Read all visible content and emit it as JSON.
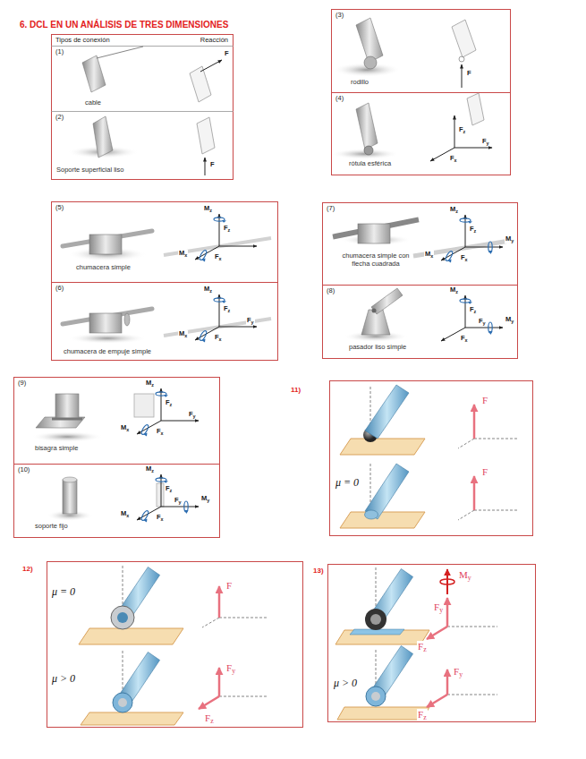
{
  "diagram": {
    "title": "6. DCL EN UN ANÁLISIS DE TRES DIMENSIONES",
    "nodes": [
      {
        "text": [
          "Tipos de conexión",
          "Reacción"
        ]
      },
      {
        "text": [
          "(1)",
          "cable"
        ],
        "in": 0
      },
      {
        "text": [
          "(2)",
          "Soporte superficial liso"
        ],
        "in": 0
      },
      {
        "text": [
          "(3)",
          "rodillo"
        ]
      },
      {
        "text": [
          "(4)",
          "rótula esférica"
        ]
      },
      {
        "text": [
          "(5)",
          "chumacera simple"
        ]
      },
      {
        "text": [
          "(6)",
          "chumacera de empuje simple"
        ]
      },
      {
        "text": [
          "(7)",
          "chumacera simple con flecha cuadrada"
        ]
      },
      {
        "text": [
          "(8)",
          "pasador liso simple"
        ]
      },
      {
        "text": [
          "(9)",
          "bisagra simple"
        ]
      },
      {
        "text": [
          "(10)",
          "soporte fijo"
        ]
      },
      {
        "text": [
          "11)"
        ]
      },
      {
        "text": [
          "12)"
        ]
      },
      {
        "text": [
          "13)"
        ]
      }
    ],
    "labels": [
      "F",
      "F",
      "F",
      "Fz",
      "Fx",
      "Fy",
      "Mz",
      "Fz",
      "Mx",
      "Fx",
      "Mz",
      "Fz",
      "Fy",
      "Mx",
      "Fx",
      "Mz",
      "Fz",
      "My",
      "Mx",
      "Fx",
      "Mz",
      "Fz",
      "Fy",
      "My",
      "Fx",
      "Mz",
      "Fz",
      "Fy",
      "Mx",
      "Fx",
      "Mz",
      "Fz",
      "Fy",
      "My",
      "Mx",
      "Fx",
      "F",
      "μ = 0",
      "F",
      "μ = 0",
      "F",
      "μ > 0",
      "Fy",
      "Fz",
      "My",
      "Fy",
      "Fz",
      "μ > 0",
      "Fy",
      "Fz"
    ]
  }
}
